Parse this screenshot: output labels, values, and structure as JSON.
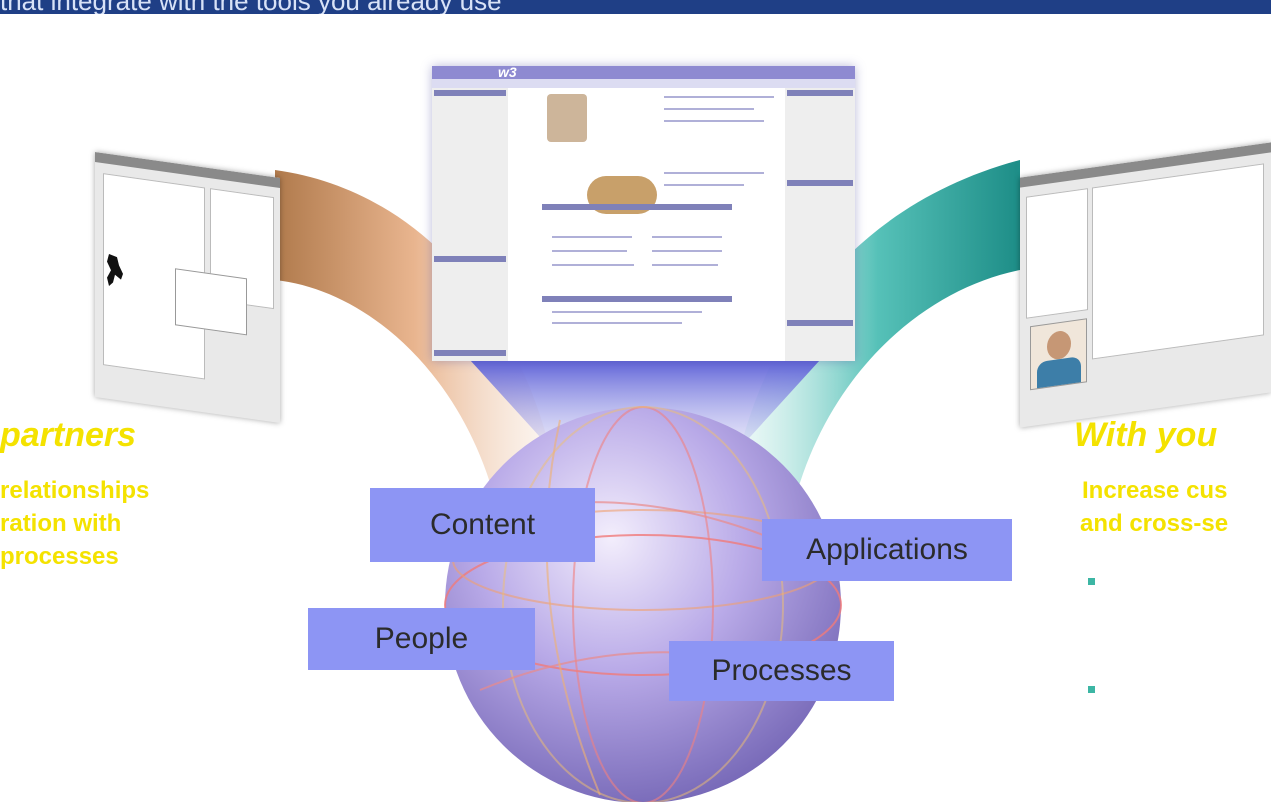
{
  "header": {
    "text": "that integrate with the tools you already use"
  },
  "center_labels": {
    "content": "Content",
    "applications": "Applications",
    "people": "People",
    "processes": "Processes"
  },
  "left_panel": {
    "heading": "partners",
    "lines": [
      "relationships",
      "ration with",
      "processes"
    ]
  },
  "right_panel": {
    "heading": "With you",
    "lines": [
      "Increase cus",
      "and cross-se"
    ]
  },
  "colors": {
    "header_bar": "#1f3f86",
    "label_box": "#8d95f4",
    "accent_yellow": "#f4e200",
    "bullet": "#3cb6a4",
    "left_beam": "#e8b08a",
    "right_beam": "#3fb0a8",
    "globe": "#a79ae0"
  },
  "icons": [
    "map-icon",
    "person-photo-icon",
    "globe-icon"
  ]
}
